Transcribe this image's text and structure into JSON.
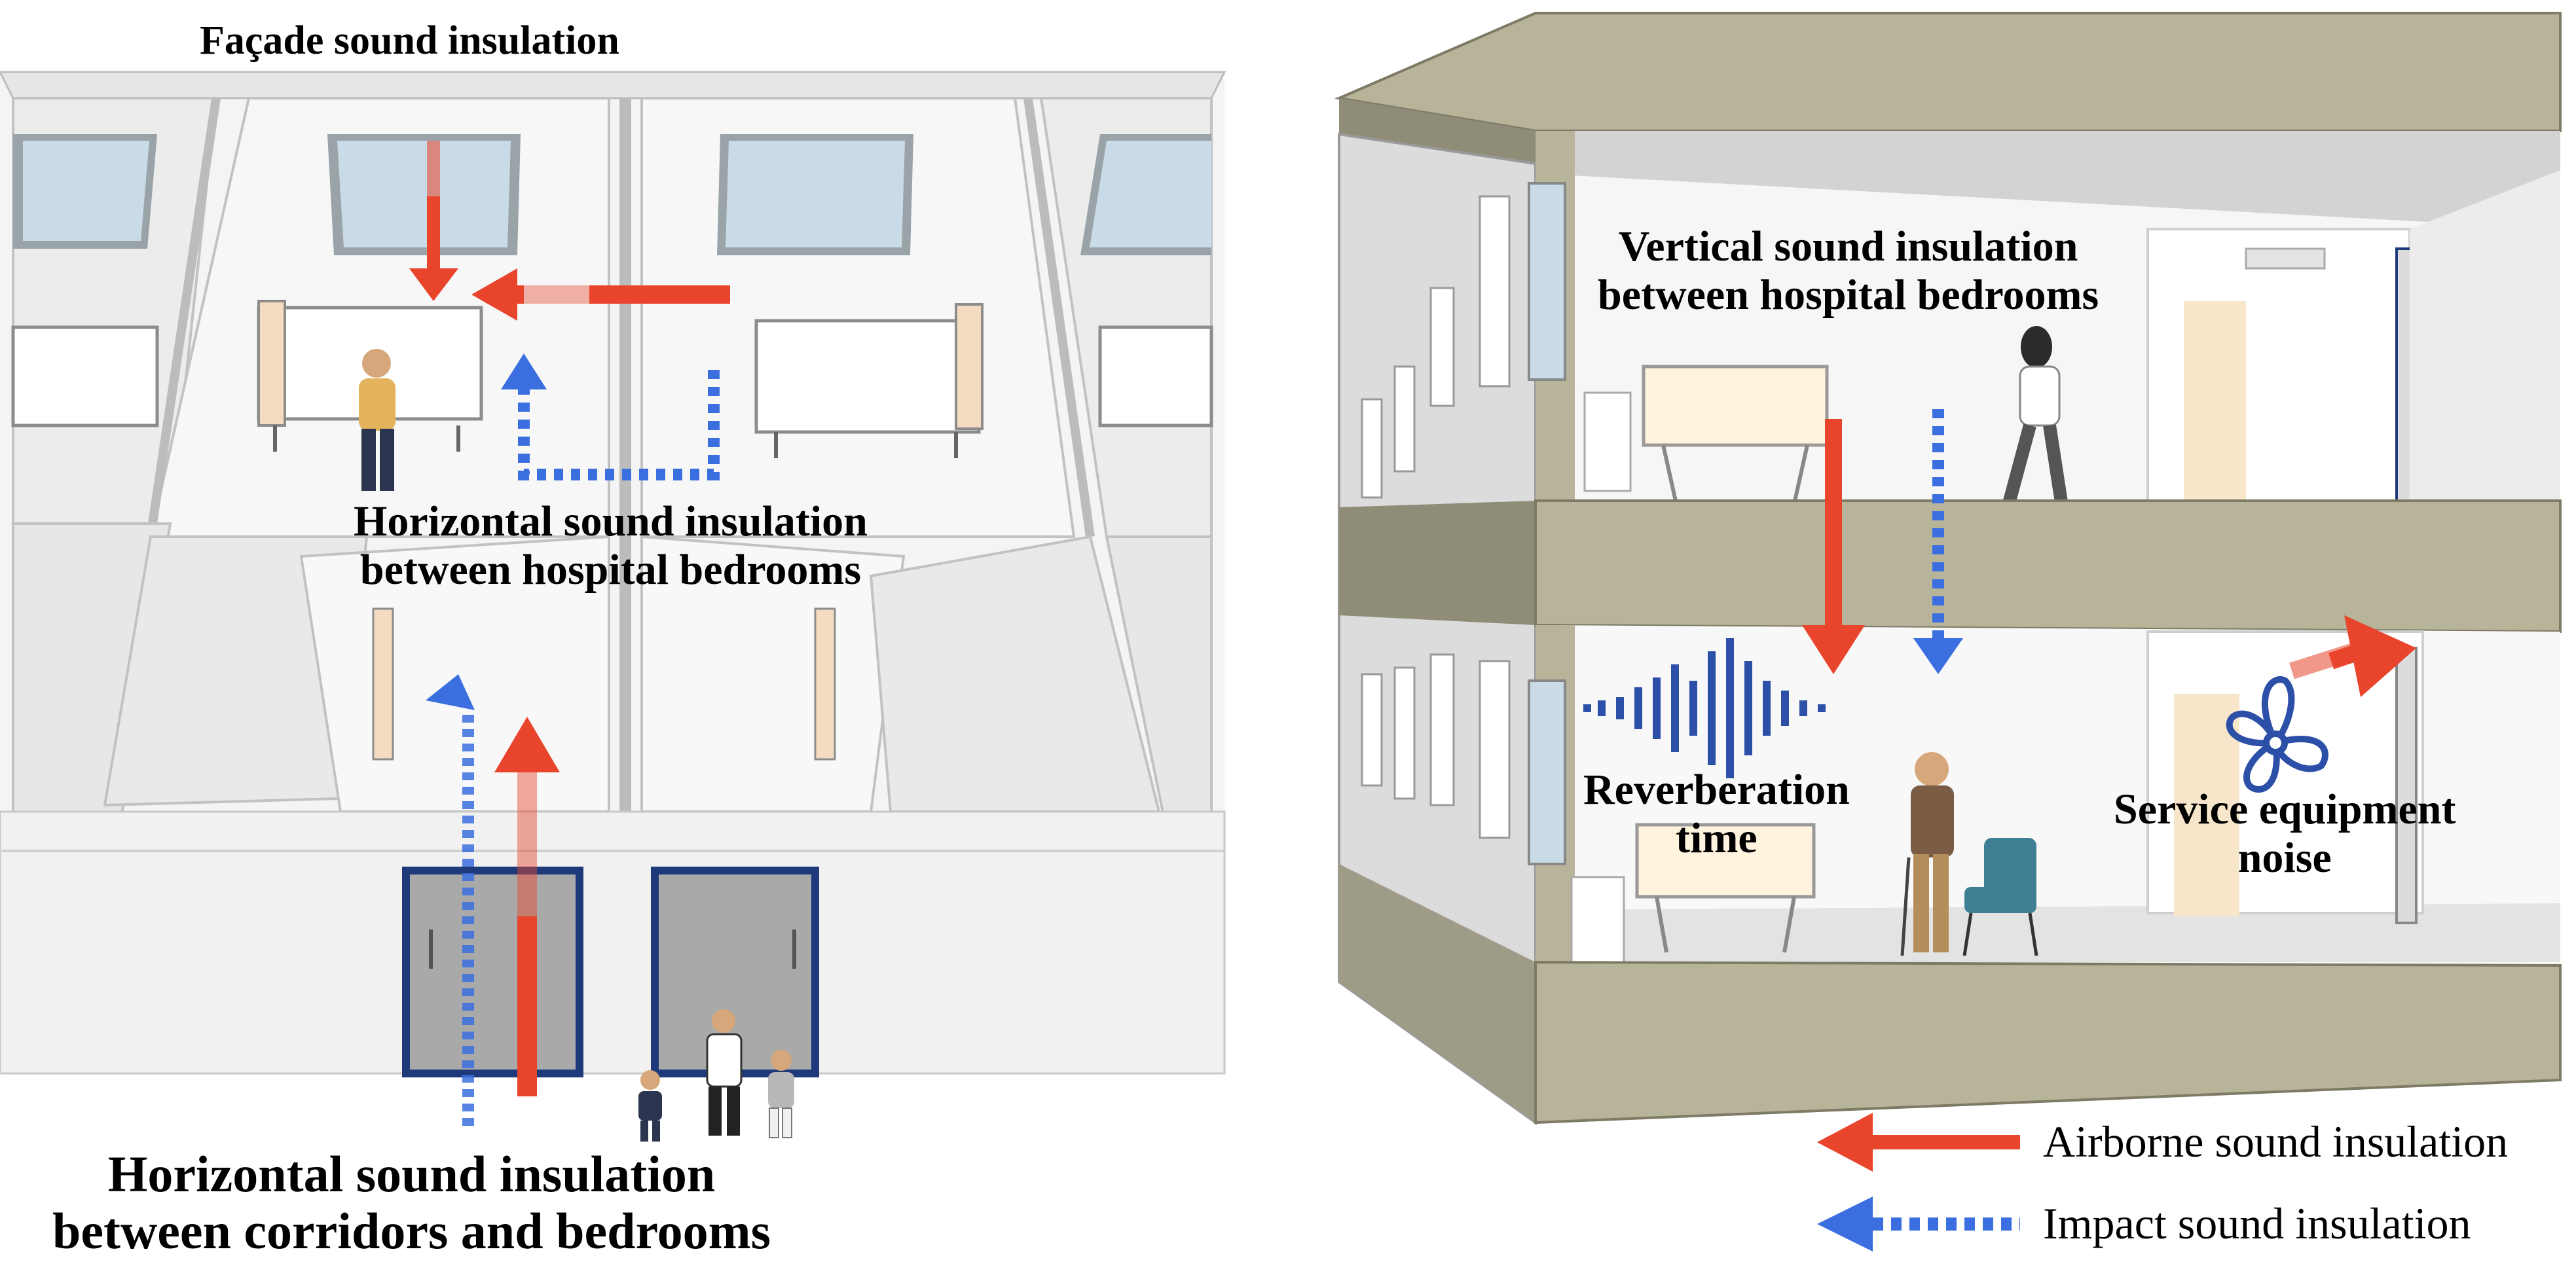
{
  "labels": {
    "facade": "Façade sound insulation",
    "horizontal_bedrooms_1": "Horizontal sound insulation",
    "horizontal_bedrooms_2": "between hospital bedrooms",
    "horizontal_corridors_1": "Horizontal sound insulation",
    "horizontal_corridors_2": "between corridors and bedrooms",
    "vertical_1": "Vertical sound insulation",
    "vertical_2": "between hospital bedrooms",
    "reverb_1": "Reverberation",
    "reverb_2": "time",
    "service_1": "Service equipment",
    "service_2": "noise"
  },
  "legend": {
    "airborne": "Airborne sound insulation",
    "impact": "Impact sound insulation"
  },
  "colors": {
    "airborne_arrow": "#e8452c",
    "impact_arrow": "#3b6fe0",
    "structure": "#b8b49a",
    "wall_light": "#f2f2f2",
    "wall_shade": "#d9d9d9",
    "window_glass": "#c9dbe6",
    "door_frame": "#1f3a7a",
    "icon_blue": "#2c4fa8"
  },
  "icons": {
    "sound_wave": "sound-wave-icon",
    "fan": "fan-icon"
  }
}
